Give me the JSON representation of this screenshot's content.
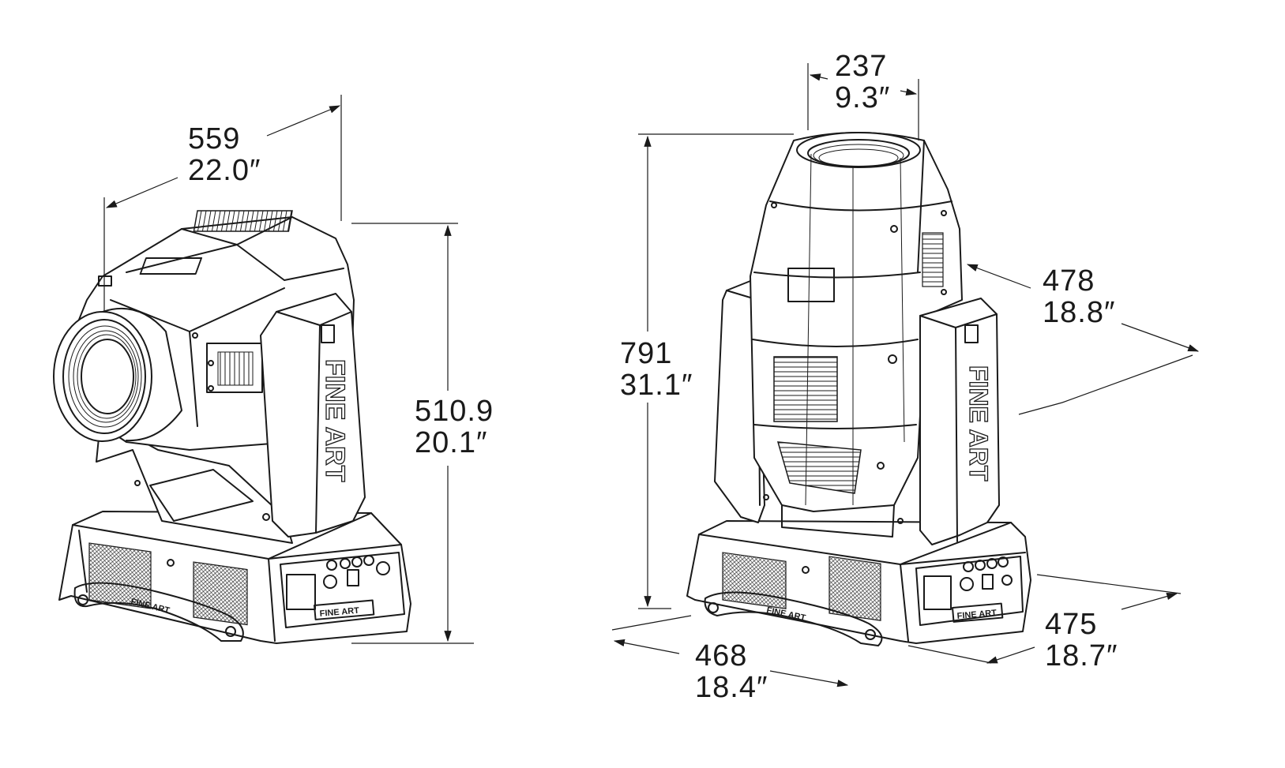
{
  "left_view": {
    "width_dim": {
      "mm": "559",
      "in": "22.0″"
    },
    "height_dim": {
      "mm": "510.9",
      "in": "20.1″"
    },
    "brand": "FINE ART"
  },
  "right_view": {
    "lens_dim": {
      "mm": "237",
      "in": "9.3″"
    },
    "height_dim": {
      "mm": "791",
      "in": "31.1″"
    },
    "depth_dim": {
      "mm": "478",
      "in": "18.8″"
    },
    "base_front_dim": {
      "mm": "468",
      "in": "18.4″"
    },
    "base_side_dim": {
      "mm": "475",
      "in": "18.7″"
    },
    "brand": "FINE ART"
  },
  "colors": {
    "line": "#1a1a1a",
    "background": "#ffffff"
  }
}
